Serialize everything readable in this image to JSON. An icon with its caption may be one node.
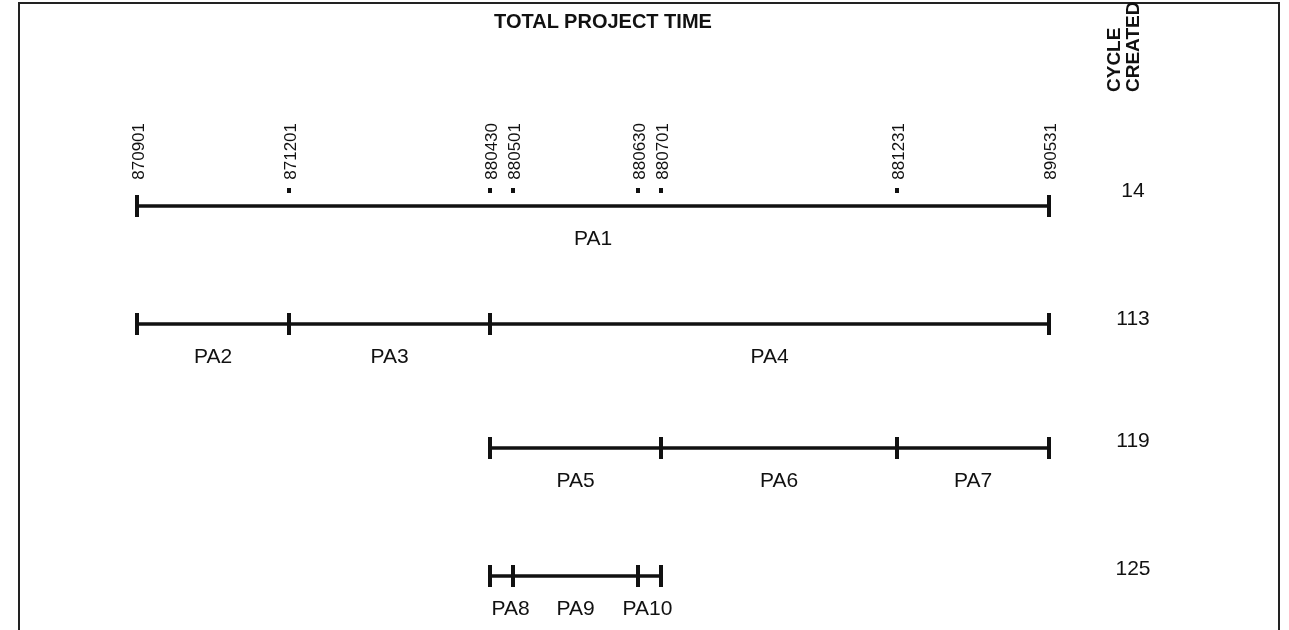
{
  "diagram": {
    "title": "TOTAL PROJECT TIME",
    "nodes": [
      {
        "text": [
          "PA1"
        ]
      },
      {
        "text": [
          "PA2"
        ]
      },
      {
        "text": [
          "PA3"
        ]
      },
      {
        "text": [
          "PA4"
        ]
      },
      {
        "text": [
          "PA5"
        ]
      },
      {
        "text": [
          "PA6"
        ]
      },
      {
        "text": [
          "PA7"
        ]
      },
      {
        "text": [
          "PA8"
        ]
      },
      {
        "text": [
          "PA9"
        ]
      },
      {
        "text": [
          "PA10"
        ]
      }
    ],
    "labels": [
      "870901",
      "871201",
      "880430",
      "880501",
      "880630",
      "880701",
      "881231",
      "890531",
      "CYCLE CREATED",
      "14",
      "113",
      "119",
      "125"
    ]
  }
}
